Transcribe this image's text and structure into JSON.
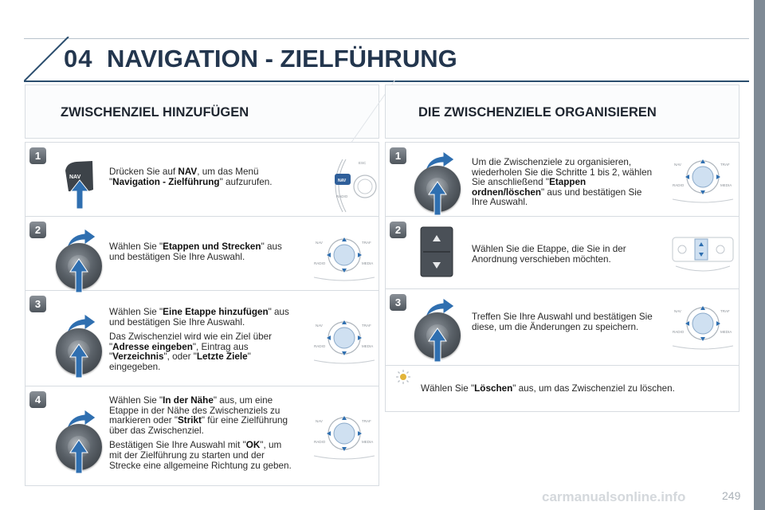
{
  "header": {
    "chapter_number": "04",
    "chapter_title": "NAVIGATION - ZIELFÜHRUNG"
  },
  "left": {
    "title": "ZWISCHENZIEL HINZUFÜGEN",
    "steps": [
      {
        "num": "1",
        "t1": "Drücken Sie auf ",
        "b1": "NAV",
        "t2": ", um das Menü \"",
        "b2": "Navigation - Zielführung",
        "t3": "\" aufzurufen."
      },
      {
        "num": "2",
        "t1": "Wählen Sie \"",
        "b1": "Etappen und Strecken",
        "t2": "\" aus und bestätigen Sie Ihre Auswahl."
      },
      {
        "num": "3",
        "t1": "Wählen Sie \"",
        "b1": "Eine Etappe hinzufügen",
        "t2": "\" aus und bestätigen Sie Ihre Auswahl.",
        "p2_t1": "Das Zwischenziel wird wie ein Ziel über \"",
        "p2_b1": "Adresse eingeben",
        "p2_t2": "\", Eintrag aus \"",
        "p2_b2": "Verzeichnis",
        "p2_t3": "\", oder \"",
        "p2_b3": "Letzte Ziele",
        "p2_t4": "\" eingegeben."
      },
      {
        "num": "4",
        "t1": "Wählen Sie \"",
        "b1": "In der Nähe",
        "t2": "\" aus, um eine Etappe in der Nähe des Zwischenziels zu markieren oder \"",
        "b2": "Strikt",
        "t3": "\" für eine Zielführung über das Zwischenziel.",
        "p2_t1": "Bestätigen Sie Ihre Auswahl mit \"",
        "p2_b1": "OK",
        "p2_t2": "\", um mit der Zielführung zu starten und der Strecke eine allgemeine Richtung zu geben."
      }
    ]
  },
  "right": {
    "title": "DIE ZWISCHENZIELE ORGANISIEREN",
    "steps": [
      {
        "num": "1",
        "t1": "Um die Zwischenziele zu organisieren, wiederholen Sie die Schritte 1 bis 2, wählen Sie anschließend \"",
        "b1": "Etappen ordnen/löschen",
        "t2": "\" aus und bestätigen Sie Ihre Auswahl."
      },
      {
        "num": "2",
        "t1": "Wählen Sie die Etappe, die Sie in der Anordnung verschieben möchten."
      },
      {
        "num": "3",
        "t1": "Treffen Sie Ihre Auswahl und bestätigen Sie diese, um die Änderungen zu speichern."
      }
    ],
    "tip": {
      "t1": "Wählen Sie \"",
      "b1": "Löschen",
      "t2": "\" aus, um das Zwischenziel zu löschen."
    }
  },
  "panel_labels": {
    "nav": "NAV",
    "traf": "TRAF",
    "radio": "RADIO",
    "media": "MEDIA",
    "esc": "ESC"
  },
  "page_number": "249",
  "watermark": "carmanualsonline.info",
  "colors": {
    "heading": "#23364e",
    "arrow_blue": "#2f6fb0",
    "border": "#d7dce1"
  }
}
